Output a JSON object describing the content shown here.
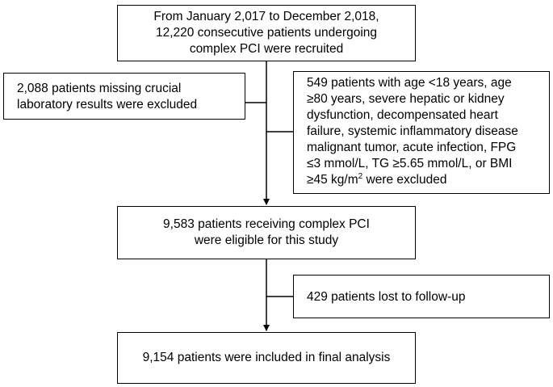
{
  "flowchart": {
    "recruited": {
      "lines": [
        "From January 2,017 to December 2,018,",
        "12,220 consecutive patients undergoing",
        "complex PCI were recruited"
      ]
    },
    "excluded_missing": {
      "lines": [
        "2,088 patients missing crucial",
        "laboratory results were excluded"
      ]
    },
    "excluded_criteria": {
      "lines": [
        "549 patients with age <18 years, age",
        "≥80 years, severe hepatic or kidney",
        "dysfunction, decompensated heart",
        "failure, systemic inflammatory disease",
        "malignant tumor, acute infection, FPG",
        "≤3 mmol/L, TG ≥5.65 mmol/L, or BMI"
      ],
      "last_line_prefix": "≥45 kg/m",
      "last_line_superscript": "2",
      "last_line_suffix": " were excluded"
    },
    "eligible": {
      "lines": [
        "9,583 patients receiving complex PCI",
        "were eligible for this study"
      ]
    },
    "lost_followup": {
      "text": "429 patients lost to follow-up"
    },
    "final": {
      "text": "9,154 patients were included in final analysis"
    }
  }
}
